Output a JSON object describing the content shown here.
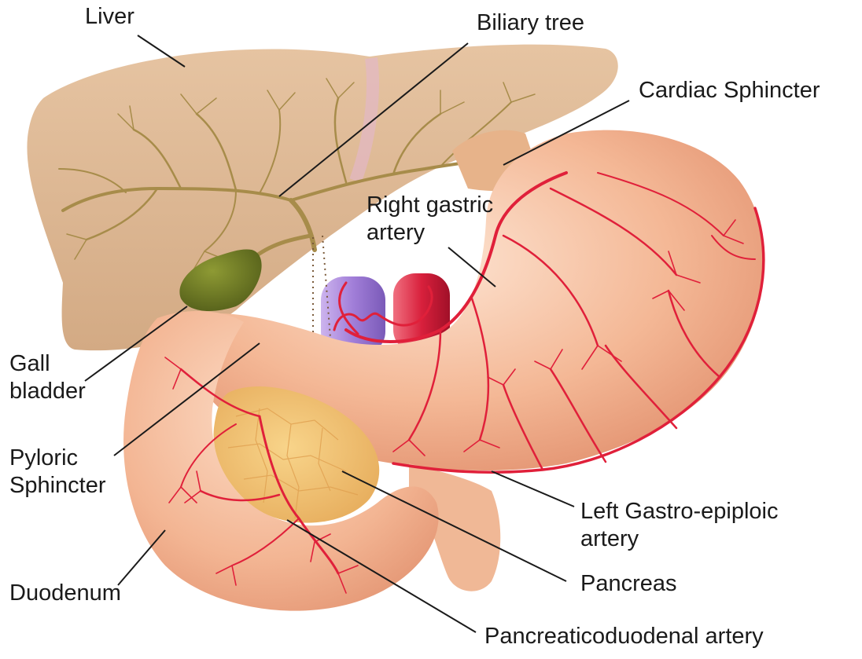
{
  "labels": {
    "liver": "Liver",
    "biliary_tree": "Biliary tree",
    "cardiac_sphincter": "Cardiac Sphincter",
    "right_gastric_artery": [
      "Right gastric",
      "artery"
    ],
    "gall_bladder": [
      "Gall",
      "bladder"
    ],
    "pyloric_sphincter": [
      "Pyloric",
      "Sphincter"
    ],
    "left_gastro_epiploic_artery": [
      "Left Gastro-epiploic",
      "artery"
    ],
    "pancreas": "Pancreas",
    "duodenum": "Duodenum",
    "pancreaticoduodenal_artery": "Pancreaticoduodenal artery"
  },
  "colors": {
    "liver": "#dcb48e",
    "bile_duct": "#a78c4a",
    "gall_bladder": "#6e7a24",
    "stomach": "#eea37e",
    "stomach_light": "#fbd9c2",
    "artery": "#e0203a",
    "pancreas": "#f2c36c",
    "vein": "#a98ad6",
    "leader_line": "#1a1a1a"
  }
}
